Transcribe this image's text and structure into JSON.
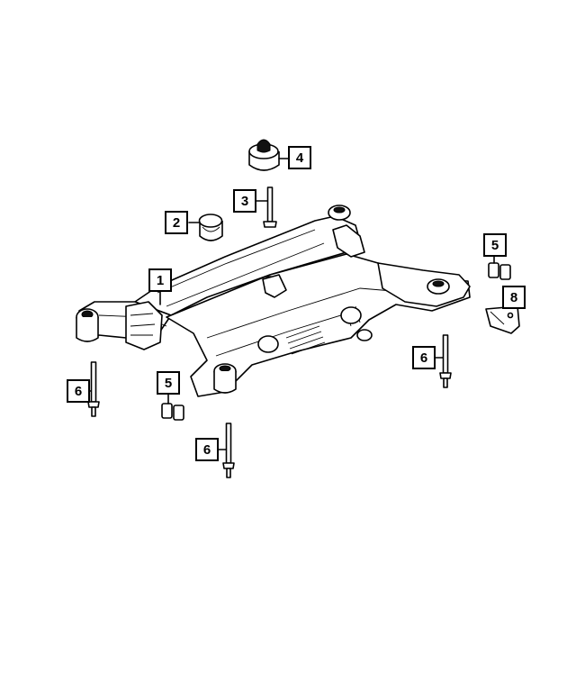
{
  "callouts": [
    {
      "label": "1"
    },
    {
      "label": "2"
    },
    {
      "label": "3"
    },
    {
      "label": "4"
    },
    {
      "label": "5"
    },
    {
      "label": "5"
    },
    {
      "label": "6"
    },
    {
      "label": "6"
    },
    {
      "label": "6"
    },
    {
      "label": "8"
    }
  ]
}
